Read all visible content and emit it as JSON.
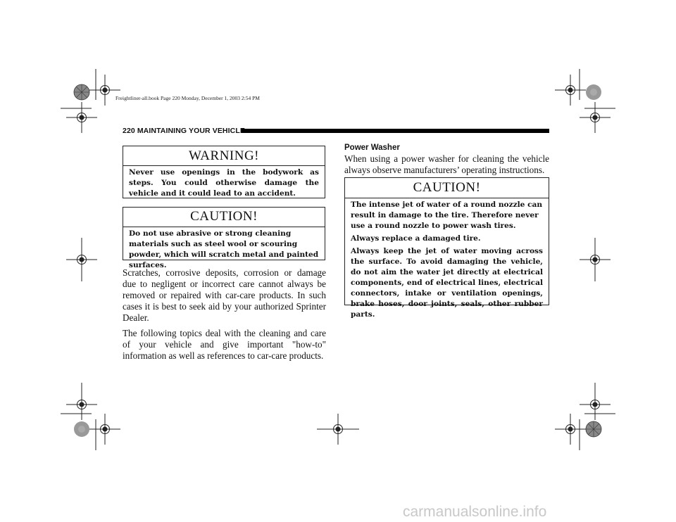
{
  "book_info": "Freightliner-all.book  Page 220  Monday, December 1, 2003  2:54 PM",
  "header": {
    "label": "220  MAINTAINING YOUR VEHICLE"
  },
  "warning_box": {
    "title": "WARNING!",
    "text": "Never use openings in the bodywork as steps. You could otherwise damage the vehicle and it could lead to an accident."
  },
  "caution_box_left": {
    "title": "CAUTION!",
    "text": "Do not use abrasive or strong cleaning materials such as steel wool or scouring powder, which will scratch metal and painted surfaces."
  },
  "left_body": {
    "p1": "Scratches, corrosive deposits, corrosion or damage due to negligent or incorrect care cannot always be removed or repaired with car-care products. In such cases it is best to seek aid by your authorized Sprinter Dealer.",
    "p2": "The following topics deal with the cleaning and care of your vehicle and give important \"how-to\" information as well as references to car-care products."
  },
  "power_washer": {
    "heading": "Power Washer",
    "text": "When using a power washer for cleaning the vehicle always observe manufacturers’ operating instructions."
  },
  "caution_box_right": {
    "title": "CAUTION!",
    "p1": "The intense jet of water of a round nozzle can result in damage to the tire. Therefore never use a round nozzle to power wash tires.",
    "p2": "Always replace a damaged tire.",
    "p3": "Always keep the jet of water moving across the surface. To avoid damaging the vehicle, do not aim the water jet directly at electrical components, end of electrical lines, electrical connectors, intake or ventilation openings, brake hoses, door joints, seals, other rubber parts."
  },
  "watermark": "carmanualsonline.info"
}
